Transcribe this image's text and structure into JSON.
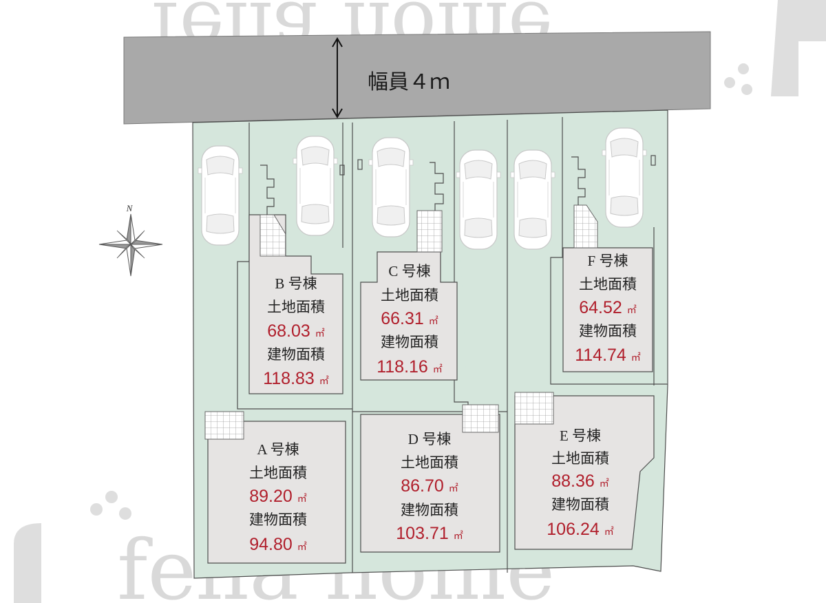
{
  "watermark": {
    "text": "fella home"
  },
  "road": {
    "label": "幅員４ｍ"
  },
  "compass": {
    "north": "N"
  },
  "colors": {
    "lot": "#d5e6dc",
    "building": "#e6e4e3",
    "road": "#a9a9a9",
    "value": "#b01e2b",
    "lot_line": "#4d4d4d"
  },
  "units": {
    "area": "㎡"
  },
  "lots": [
    {
      "name": "B 号棟",
      "land_label": "土地面積",
      "land_area": "68.03",
      "building_label": "建物面積",
      "building_area": "118.83"
    },
    {
      "name": "C 号棟",
      "land_label": "土地面積",
      "land_area": "66.31",
      "building_label": "建物面積",
      "building_area": "118.16"
    },
    {
      "name": "F 号棟",
      "land_label": "土地面積",
      "land_area": "64.52",
      "building_label": "建物面積",
      "building_area": "114.74"
    },
    {
      "name": "A 号棟",
      "land_label": "土地面積",
      "land_area": "89.20",
      "building_label": "建物面積",
      "building_area": "94.80"
    },
    {
      "name": "D 号棟",
      "land_label": "土地面積",
      "land_area": "86.70",
      "building_label": "建物面積",
      "building_area": "103.71"
    },
    {
      "name": "E 号棟",
      "land_label": "土地面積",
      "land_area": "88.36",
      "building_label": "建物面積",
      "building_area": "106.24"
    }
  ]
}
